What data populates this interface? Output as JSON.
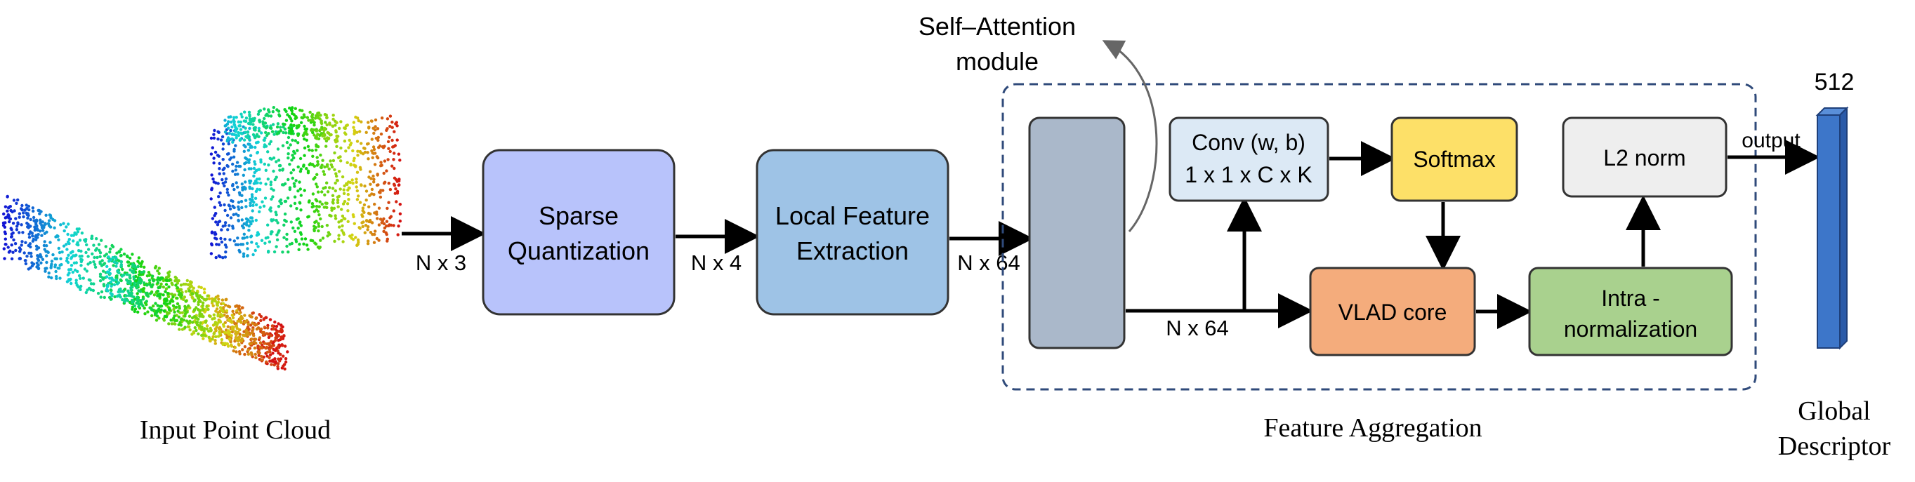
{
  "labels": {
    "input_point_cloud": "Input Point Cloud",
    "n_x_3": "N x 3",
    "sparse_quantization_l1": "Sparse",
    "sparse_quantization_l2": "Quantization",
    "n_x_4": "N x 4",
    "local_feature_l1": "Local Feature",
    "local_feature_l2": "Extraction",
    "n_x_64_a": "N x 64",
    "self_attention_l1": "Self–Attention",
    "self_attention_l2": "module",
    "conv_l1": "Conv (w, b)",
    "conv_l2": "1 x 1 x C x K",
    "softmax": "Softmax",
    "l2_norm": "L2 norm",
    "vlad_core": "VLAD core",
    "intra_l1": "Intra -",
    "intra_l2": "normalization",
    "n_x_64_b": "N x 64",
    "output": "output",
    "dim_512": "512",
    "feature_aggregation": "Feature Aggregation",
    "global_l1": "Global",
    "global_l2": "Descriptor"
  },
  "colors": {
    "sparse_quantization": "#b8c3fb",
    "local_feature_extraction": "#9ec3e6",
    "aggregation_block": "#aab8ca",
    "conv": "#dce9f5",
    "softmax": "#fde068",
    "l2_norm": "#eeeeee",
    "vlad_core": "#f4ac7c",
    "intra_normalization": "#a9d18e",
    "global_descriptor": "#3d76c9",
    "dashed_border": "#2f4a7a"
  }
}
